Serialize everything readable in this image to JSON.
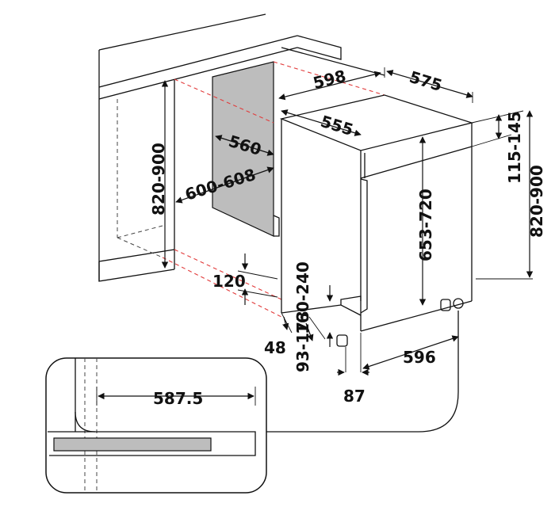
{
  "dimensions": {
    "width_598": "598",
    "depth_575": "575",
    "inner_555": "555",
    "niche_560": "560",
    "niche_depth": "600-608",
    "niche_height": "820-900",
    "right_height": "820-900",
    "top_gap": "115-145",
    "door_height": "653-720",
    "plinth_120": "120",
    "plinth_160_240": "160-240",
    "foot_48": "48",
    "foot_93_173": "93-173",
    "bottom_87": "87",
    "front_596": "596",
    "detail_587_5": "587.5"
  }
}
